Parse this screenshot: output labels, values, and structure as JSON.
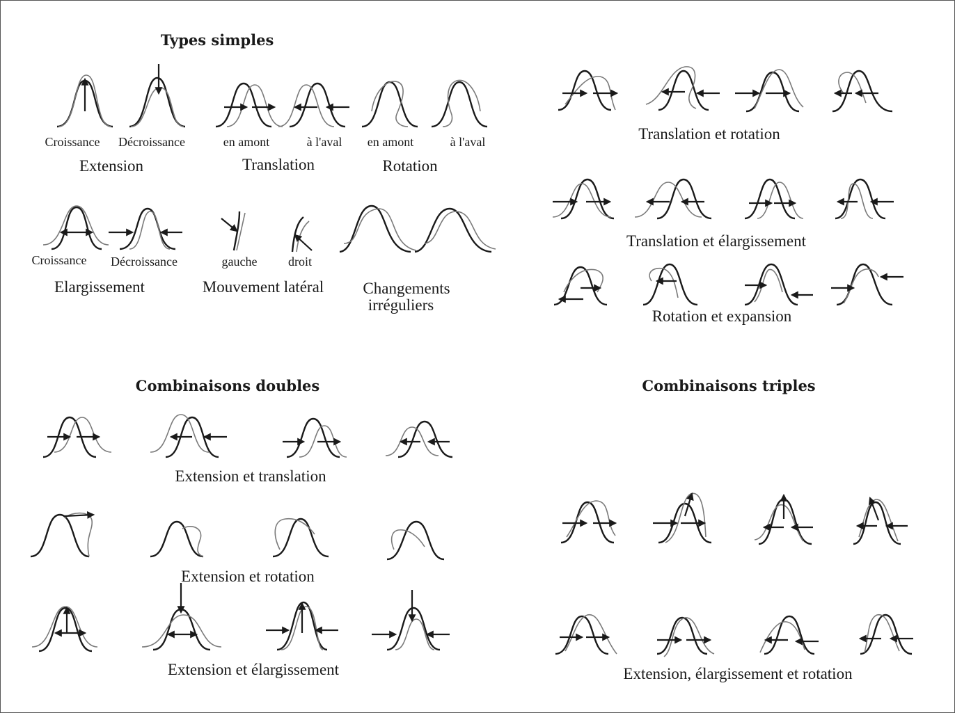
{
  "colors": {
    "ink": "#1a1a1a",
    "shifted_curve": "#7a7a7a",
    "frame": "#555555",
    "background": "#ffffff"
  },
  "headings": {
    "simple": "Types simples",
    "double": "Combinaisons doubles",
    "triple": "Combinaisons triples"
  },
  "simple": {
    "extension": {
      "caption": "Extension",
      "sub": [
        "Croissance",
        "Décroissance"
      ]
    },
    "translation": {
      "caption": "Translation",
      "sub": [
        "en amont",
        "à l'aval"
      ]
    },
    "rotation": {
      "caption": "Rotation",
      "sub": [
        "en amont",
        "à l'aval"
      ]
    },
    "widening": {
      "caption": "Elargissement",
      "sub": [
        "Croissance",
        "Décroissance"
      ]
    },
    "lateral": {
      "caption": "Mouvement latéral",
      "sub": [
        "gauche",
        "droit"
      ]
    },
    "irregular": {
      "caption_lines": [
        "Changements",
        "irréguliers"
      ]
    }
  },
  "double": {
    "ext_trans": {
      "caption": "Extension et translation"
    },
    "ext_rot": {
      "caption": "Extension et rotation"
    },
    "ext_wid": {
      "caption": "Extension et élargissement"
    },
    "trans_rot": {
      "caption": "Translation et rotation"
    },
    "trans_wid": {
      "caption": "Translation et élargissement"
    },
    "rot_exp": {
      "caption": "Rotation et expansion"
    }
  },
  "triple": {
    "ext_trans_rot_wid": {
      "caption": "Extension, élargissement et rotation"
    }
  }
}
